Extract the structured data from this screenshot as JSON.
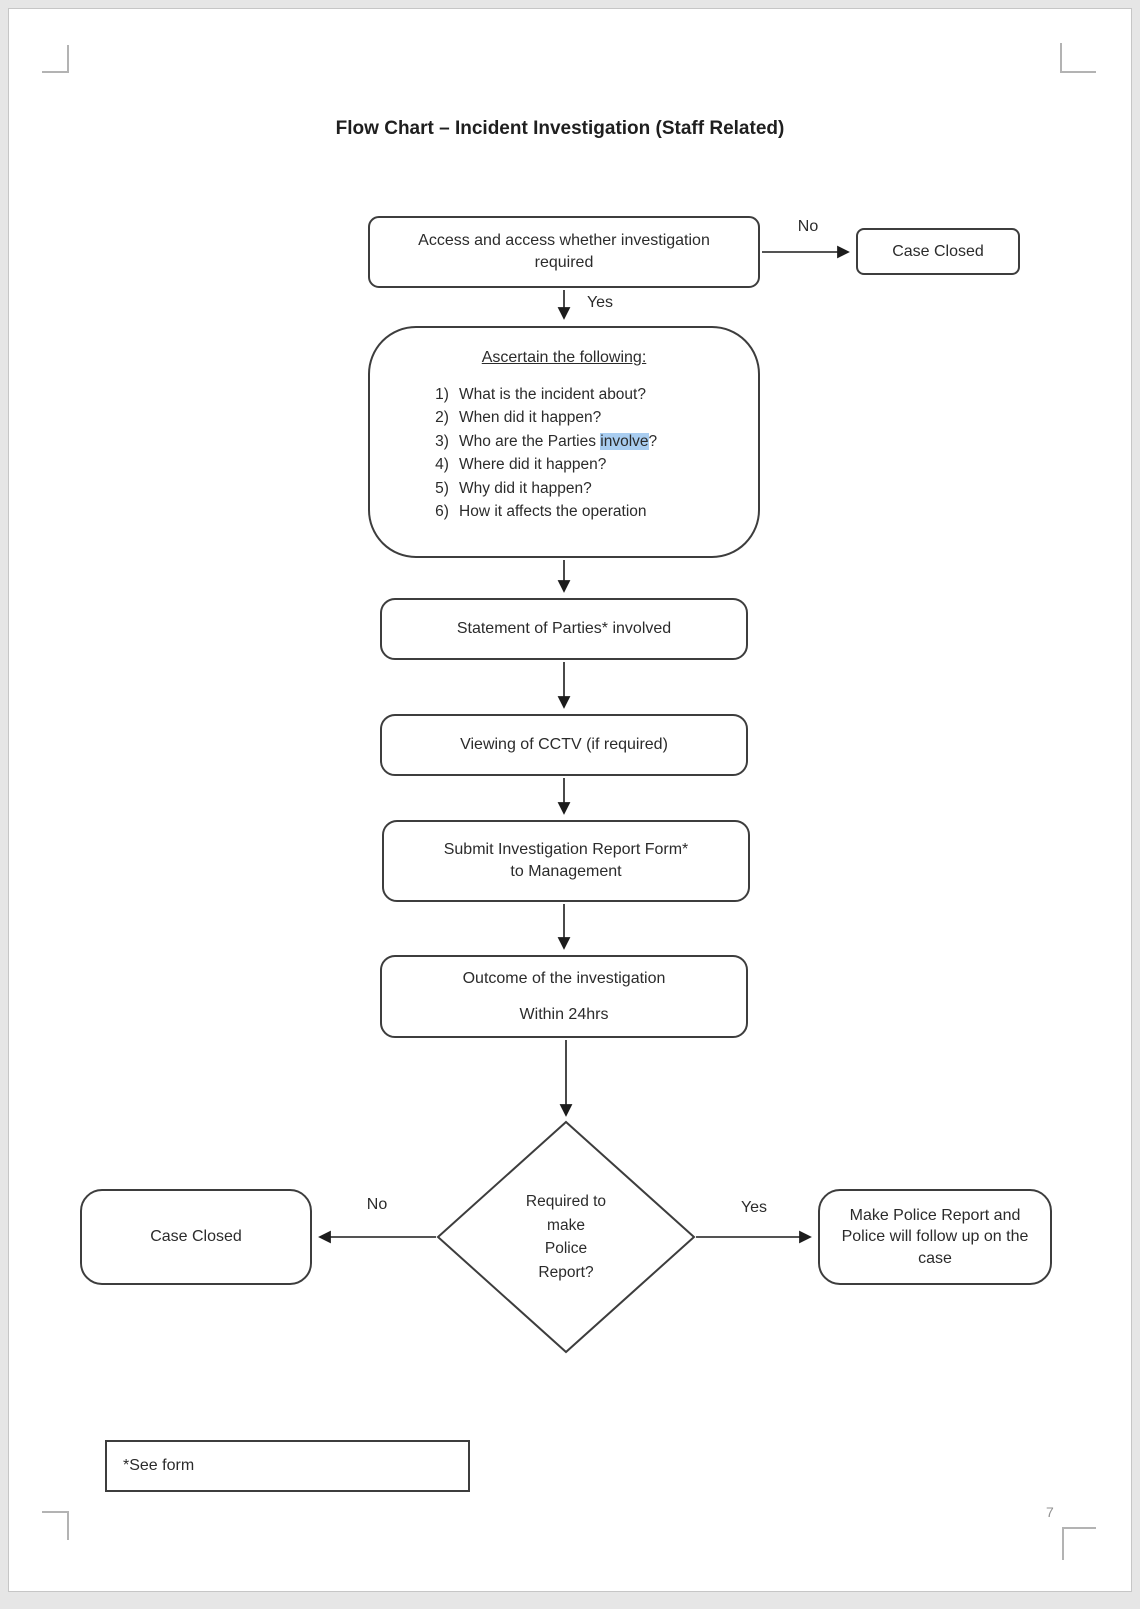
{
  "document": {
    "title": "Flow Chart – Incident Investigation (Staff Related)",
    "page_number": "7"
  },
  "flowchart": {
    "assess_box": "Access and access whether investigation required",
    "case_closed_top_box": "Case Closed",
    "label_no_top": "No",
    "label_yes_top": "Yes",
    "ascertain_box": {
      "heading": "Ascertain the following:",
      "items": [
        {
          "num": "1)",
          "pre": "What is the incident about?",
          "highlight": "",
          "post": ""
        },
        {
          "num": "2)",
          "pre": "When did it happen?",
          "highlight": "",
          "post": ""
        },
        {
          "num": "3)",
          "pre": "Who are the Parties ",
          "highlight": "involve",
          "post": "?"
        },
        {
          "num": "4)",
          "pre": "Where did it happen?",
          "highlight": "",
          "post": ""
        },
        {
          "num": "5)",
          "pre": "Why did it happen?",
          "highlight": "",
          "post": ""
        },
        {
          "num": "6)",
          "pre": "How it affects the operation",
          "highlight": "",
          "post": ""
        }
      ]
    },
    "statement_box": "Statement of Parties* involved",
    "cctv_box": "Viewing of CCTV (if required)",
    "submit_box_line1": "Submit Investigation Report Form*",
    "submit_box_line2": "to Management",
    "outcome_box_line1": "Outcome of the investigation",
    "outcome_box_line2": "Within 24hrs",
    "decision_diamond": {
      "lines": [
        "Required to",
        "make",
        "Police",
        "Report?"
      ]
    },
    "label_no_left": "No",
    "label_yes_right": "Yes",
    "case_closed_left_box": "Case Closed",
    "police_box": "Make Police Report and Police will follow up on the case",
    "see_form_box": "*See form",
    "colors": {
      "box_border": "#3d3d3d",
      "arrow": "#1c1c1c",
      "selection_highlight": "#a9cdf0",
      "crop_mark": "#b3b3b3"
    }
  }
}
